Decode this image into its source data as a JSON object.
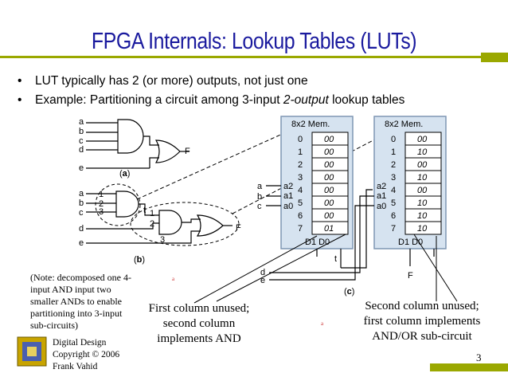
{
  "slide": {
    "title": "FPGA Internals: Lookup Tables (LUTs)",
    "bullets": [
      {
        "text": "LUT typically has 2 (or more) outputs, not just one"
      },
      {
        "prefix": "Example: Partitioning a circuit among 3-input ",
        "emphasis": "2-output",
        "suffix": " lookup tables"
      }
    ],
    "page_number": "3"
  },
  "figure": {
    "part_a": {
      "inputs": [
        "a",
        "b",
        "c",
        "d",
        "e"
      ],
      "output": "F",
      "caption_open": "(",
      "caption_letter": "a",
      "caption_close": ")"
    },
    "part_b": {
      "inputs": [
        "a",
        "b",
        "c",
        "d",
        "e"
      ],
      "pin_numbers_group1": [
        "1",
        "2",
        "3"
      ],
      "pin_numbers_group2": [
        "1",
        "2",
        "3"
      ],
      "intermediate": "t",
      "output": "F",
      "caption_open": "(",
      "caption_letter": "b",
      "caption_close": ")"
    },
    "part_c": {
      "caption_open": "(",
      "caption_letter": "c",
      "caption_close": ")",
      "lut1": {
        "header": "8x2 Mem.",
        "addresses": [
          "0",
          "1",
          "2",
          "3",
          "4",
          "5",
          "6",
          "7"
        ],
        "rows": [
          "00",
          "00",
          "00",
          "00",
          "00",
          "00",
          "00",
          "01"
        ],
        "address_inputs": [
          "a2",
          "a1",
          "a0"
        ],
        "external_inputs": [
          "a",
          "b",
          "c"
        ],
        "outputs_label": "D1 D0",
        "output_signal": "t"
      },
      "lut2": {
        "header": "8x2 Mem.",
        "addresses": [
          "0",
          "1",
          "2",
          "3",
          "4",
          "5",
          "6",
          "7"
        ],
        "rows": [
          "00",
          "10",
          "00",
          "10",
          "00",
          "10",
          "10",
          "10"
        ],
        "address_inputs": [
          "a2",
          "a1",
          "a0"
        ],
        "outputs_label": "D1 D0",
        "output_signal": "F"
      },
      "lut2_inputs": [
        "d",
        "e"
      ]
    }
  },
  "notes": {
    "decomposition_note": [
      "(Note: decomposed one 4-",
      "input AND input two",
      "smaller ANDs to enable",
      "partitioning into 3-input",
      "sub-circuits)"
    ],
    "first_column_callout": [
      "First column unused;",
      "second column",
      "implements AND"
    ],
    "second_column_callout": [
      "Second column unused;",
      "first column implements",
      "AND/OR sub-circuit"
    ],
    "stray_marks": [
      "a",
      "a"
    ]
  },
  "footer": {
    "lines": [
      "Digital Design",
      "Copyright © 2006",
      "Frank Vahid"
    ]
  },
  "colors": {
    "title": "#1a1a9e",
    "accent_bar": "#9aa800",
    "lut_fill": "#d6e3f0",
    "lut_border": "#7f96b3"
  }
}
